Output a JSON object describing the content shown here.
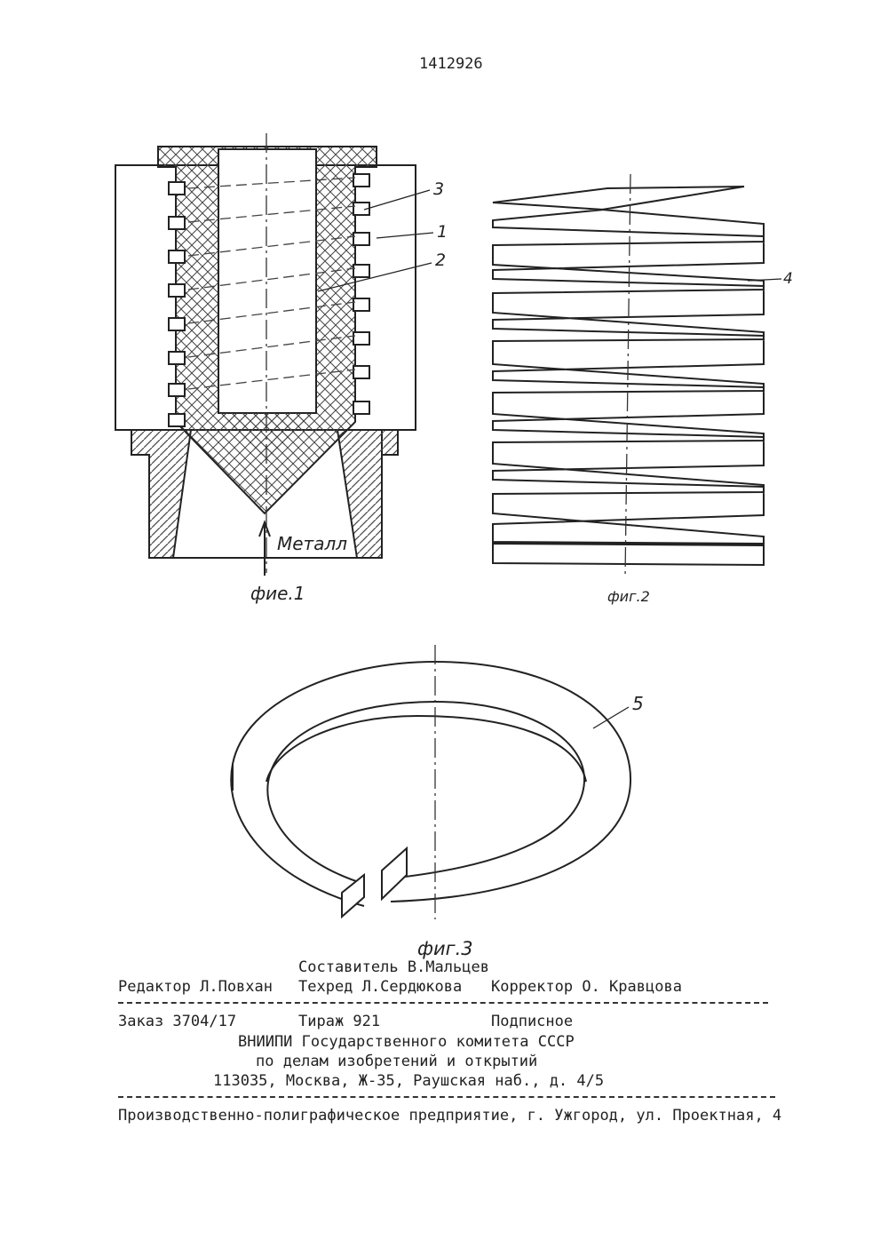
{
  "patent_number": "1412926",
  "figures": {
    "fig1": {
      "caption": "фие.1",
      "flow_label": "Металл",
      "callouts": [
        "3",
        "1",
        "2"
      ]
    },
    "fig2": {
      "caption": "фиг.2",
      "callouts": [
        "4"
      ]
    },
    "fig3": {
      "caption": "фиг.3",
      "callouts": [
        "5"
      ]
    }
  },
  "colophon": {
    "compiler": "Составитель В.Мальцев",
    "editor": "Редактор Л.Повхан",
    "techred": "Техред Л.Сердюкова",
    "corrector": "Корректор О. Кравцова",
    "order": "Заказ 3704/17",
    "print_run": "Тираж 921",
    "subscription": "Подписное",
    "org_line1": "ВНИИПИ Государственного комитета СССР",
    "org_line2": "по делам изобретений и открытий",
    "org_address": "113035, Москва, Ж-35, Раушская наб., д. 4/5",
    "printer": "Производственно-полиграфическое предприятие, г. Ужгород, ул. Проектная, 4"
  }
}
